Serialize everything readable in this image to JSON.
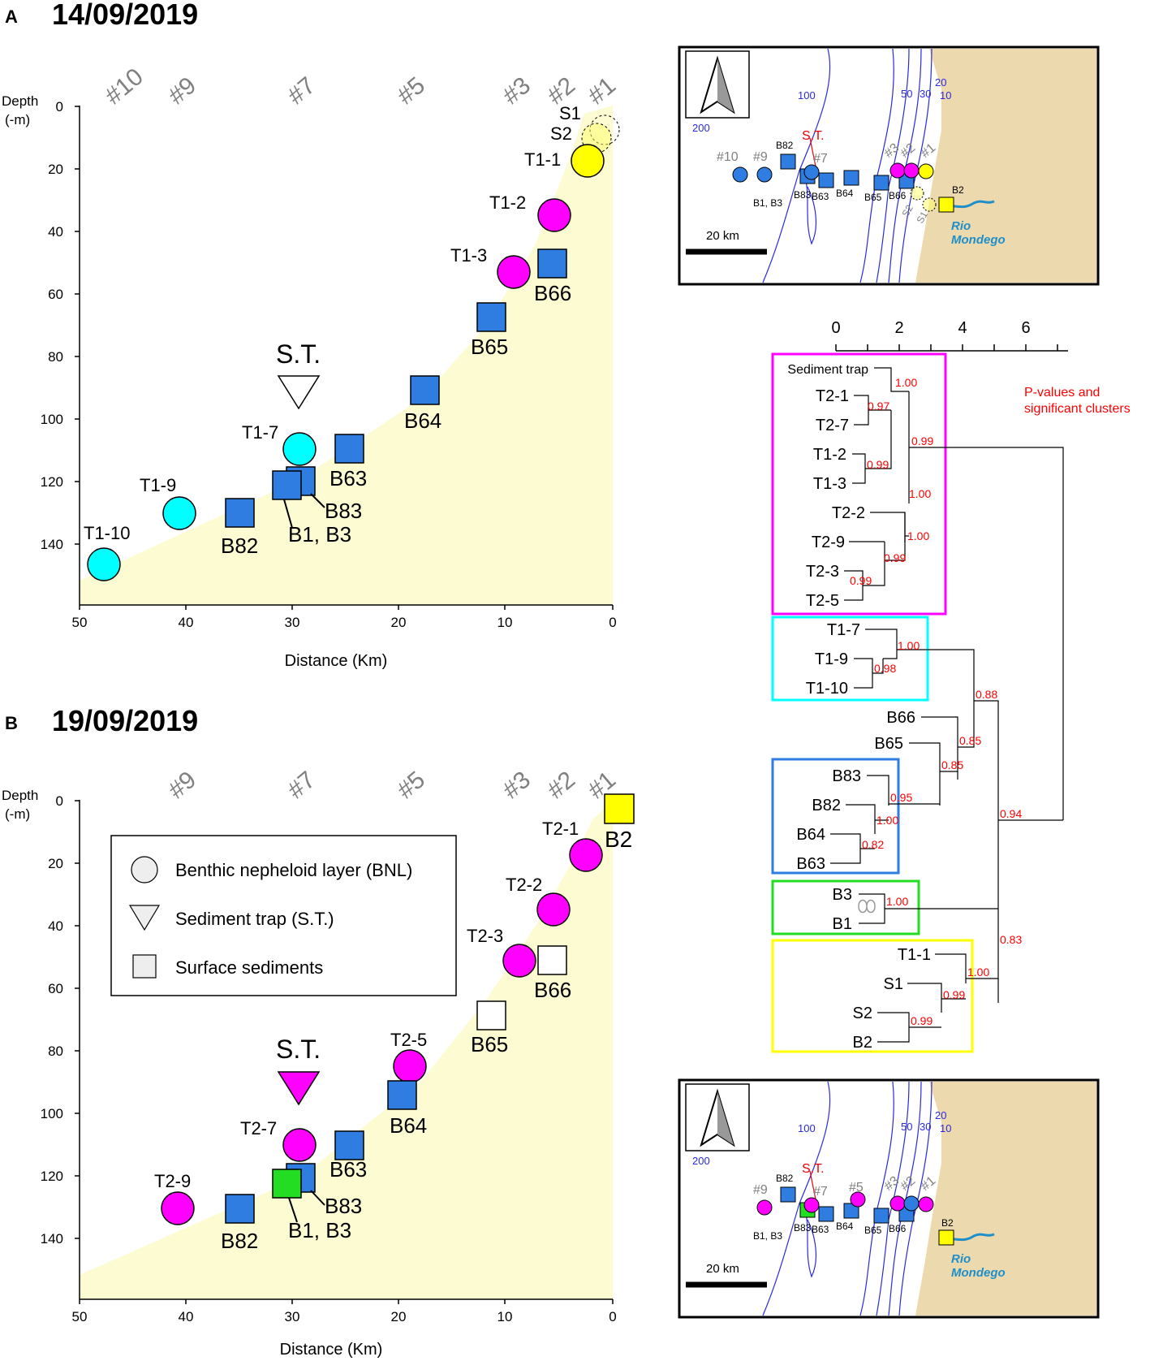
{
  "panelA": {
    "letter": "A",
    "date": "14/09/2019",
    "ylabel1": "Depth",
    "ylabel2": "(-m)",
    "xlabel": "Distance (Km)",
    "yticks": [
      "0",
      "20",
      "40",
      "60",
      "80",
      "100",
      "120",
      "140"
    ],
    "xticks": [
      "50",
      "40",
      "30",
      "20",
      "10",
      "0"
    ],
    "stations": [
      "#10",
      "#9",
      "#7",
      "#5",
      "#3",
      "#2",
      "#1"
    ],
    "st_label": "S.T.",
    "labels": {
      "S1": "S1",
      "S2": "S2",
      "T1_1": "T1-1",
      "T1_2": "T1-2",
      "T1_3": "T1-3",
      "T1_7": "T1-7",
      "T1_9": "T1-9",
      "T1_10": "T1-10",
      "B66": "B66",
      "B65": "B65",
      "B64": "B64",
      "B63": "B63",
      "B83": "B83",
      "B82": "B82",
      "B1B3": "B1, B3"
    }
  },
  "panelB": {
    "letter": "B",
    "date": "19/09/2019",
    "ylabel1": "Depth",
    "ylabel2": "(-m)",
    "xlabel": "Distance (Km)",
    "yticks": [
      "0",
      "20",
      "40",
      "60",
      "80",
      "100",
      "120",
      "140"
    ],
    "xticks": [
      "50",
      "40",
      "30",
      "20",
      "10",
      "0"
    ],
    "stations": [
      "#9",
      "#7",
      "#5",
      "#3",
      "#2",
      "#1"
    ],
    "st_label": "S.T.",
    "labels": {
      "B2": "B2",
      "T2_1": "T2-1",
      "T2_2": "T2-2",
      "T2_3": "T2-3",
      "T2_5": "T2-5",
      "T2_7": "T2-7",
      "T2_9": "T2-9",
      "B66": "B66",
      "B65": "B65",
      "B64": "B64",
      "B63": "B63",
      "B83": "B83",
      "B82": "B82",
      "B1B3": "B1, B3"
    },
    "legend": {
      "bnl": "Benthic nepheloid layer (BNL)",
      "st": "Sediment trap (S.T.)",
      "surf": "Surface sediments"
    }
  },
  "maps": {
    "scale": "20 km",
    "river1": "Rio",
    "river2": "Mondego",
    "st": "S.T.",
    "contours": [
      "200",
      "100",
      "50",
      "30",
      "20",
      "10"
    ],
    "top": {
      "stations": [
        "#10",
        "#9",
        "#7",
        "#3",
        "#2",
        "#1"
      ],
      "samples": [
        "B82",
        "B83",
        "B63",
        "B64",
        "B65",
        "B66",
        "B1, B3",
        "B2",
        "S2",
        "S1"
      ]
    },
    "bottom": {
      "stations": [
        "#9",
        "#7",
        "#5",
        "#3",
        "#2",
        "#1"
      ],
      "samples": [
        "B82",
        "B83",
        "B63",
        "B64",
        "B65",
        "B66",
        "B1, B3",
        "B2"
      ]
    }
  },
  "dendrogram": {
    "axis_ticks": [
      "0",
      "2",
      "4",
      "6"
    ],
    "note1": "P-values and",
    "note2": "significant clusters",
    "leaves": [
      "Sediment trap",
      "T2-1",
      "T2-7",
      "T1-2",
      "T1-3",
      "T2-2",
      "T2-9",
      "T2-3",
      "T2-5",
      "T1-7",
      "T1-9",
      "T1-10",
      "B66",
      "B65",
      "B83",
      "B82",
      "B64",
      "B63",
      "B3",
      "B1",
      "T1-1",
      "S1",
      "S2",
      "B2"
    ],
    "pvalues": [
      "1.00",
      "0.97",
      "0.99",
      "0.99",
      "1.00",
      "1.00",
      "0.99",
      "0.99",
      "1.00",
      "0.98",
      "0.88",
      "0.85",
      "0.85",
      "0.95",
      "1.00",
      "0.82",
      "0.94",
      "1.00",
      "0.83",
      "1.00",
      "0.99",
      "0.99"
    ]
  },
  "colors": {
    "magenta": "#ff00ff",
    "cyan": "#00ffff",
    "blue": "#2f7de1",
    "yellow": "#ffff00",
    "green": "#22dd22",
    "seabed": "#fdfbd2",
    "land": "#ecd9ae",
    "contour": "#2a2ae0",
    "river": "#1f8fc8",
    "pvalue": "#ff0000",
    "station": "#808080"
  }
}
